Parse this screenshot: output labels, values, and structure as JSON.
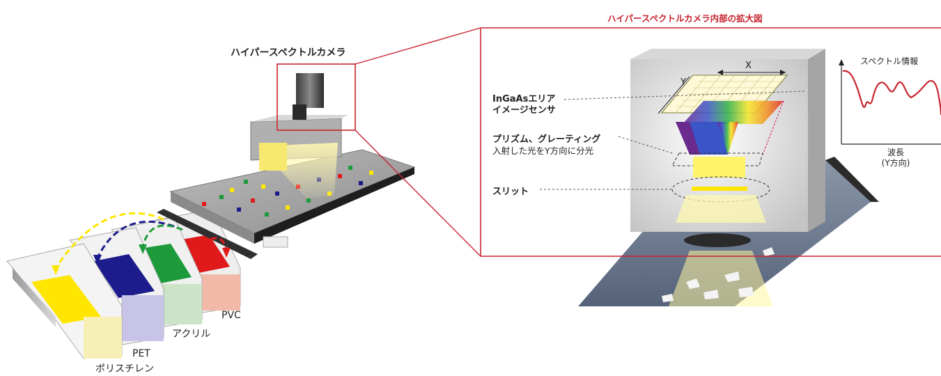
{
  "camera_label": "ハイパースペクトルカメラ",
  "zoom_title": "ハイパースペクトルカメラ内部の拡大図",
  "sensor_label": [
    "InGaAsエリア",
    "イメージセンサ"
  ],
  "prism_label": "プリズム、グレーティング",
  "prism_desc": "入射した光をY方向に分光",
  "slit_label": "スリット",
  "axis_x": "X",
  "axis_y": "Y",
  "spectrum_title": "スペクトル情報",
  "wavelength_label": [
    "波長",
    "(Y方向)"
  ],
  "bins": [
    "ポリスチレン",
    "PET",
    "アクリル",
    "PVC"
  ],
  "colors": {
    "accent": "#c8242f",
    "polystyrene": "#ffe600",
    "pet": "#1c1c8c",
    "acrylic": "#1d9b3a",
    "pvc": "#e01a1a"
  }
}
